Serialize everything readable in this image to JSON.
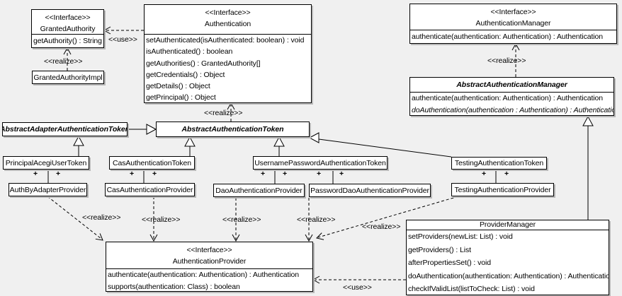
{
  "diagram": {
    "background_color": "#f0f0f0",
    "box_fill": "#ffffff",
    "line_color": "#000000"
  },
  "classes": {
    "granted_authority": {
      "stereotype": "<<Interface>>",
      "name": "GrantedAuthority",
      "methods": [
        "getAuthority() : String"
      ]
    },
    "granted_authority_impl": {
      "name": "GrantedAuthorityImpl"
    },
    "authentication": {
      "stereotype": "<<Interface>>",
      "name": "Authentication",
      "methods": [
        "setAuthenticated(isAuthenticated: boolean) : void",
        "isAuthenticated() : boolean",
        "getAuthorities() : GrantedAuthority[]",
        "getCredentials() : Object",
        "getDetails() : Object",
        "getPrincipal() : Object"
      ]
    },
    "authentication_manager": {
      "stereotype": "<<Interface>>",
      "name": "AuthenticationManager",
      "methods": [
        "authenticate(authentication: Authentication) : Authentication"
      ]
    },
    "abstract_authentication_manager": {
      "name": "AbstractAuthenticationManager",
      "methods": [
        "authenticate(authentication: Authentication) : Authentication",
        "doAuthentication(authentication : Authentication) : Authentication"
      ]
    },
    "abstract_adapter_authentication_token": {
      "name": "AbstractAdapterAuthenticationToken"
    },
    "abstract_authentication_token": {
      "name": "AbstractAuthenticationToken"
    },
    "principal_acegi_user_token": {
      "name": "PrincipalAcegiUserToken"
    },
    "cas_authentication_token": {
      "name": "CasAuthenticationToken"
    },
    "username_password_authentication_token": {
      "name": "UsernamePasswordAuthenticationToken"
    },
    "testing_authentication_token": {
      "name": "TestingAuthenticationToken"
    },
    "auth_by_adapter_provider": {
      "name": "AuthByAdapterProvider"
    },
    "cas_authentication_provider": {
      "name": "CasAuthenticationProvider"
    },
    "dao_authentication_provider": {
      "name": "DaoAuthenticationProvider"
    },
    "password_dao_authentication_provider": {
      "name": "PasswordDaoAuthenticationProvider"
    },
    "testing_authentication_provider": {
      "name": "TestingAuthenticationProvider"
    },
    "authentication_provider": {
      "stereotype": "<<Interface>>",
      "name": "AuthenticationProvider",
      "methods": [
        "authenticate(authentication: Authentication) : Authentication",
        "supports(authentication: Class) : boolean"
      ]
    },
    "provider_manager": {
      "name": "ProviderManager",
      "methods": [
        "setProviders(newList: List) : void",
        "getProviders() : List",
        "afterPropertiesSet() : void",
        "doAuthentication(authentication: Authentication) : Authentication",
        "checkIfValidList(listToCheck: List) : void"
      ]
    }
  },
  "labels": {
    "use_authentication_grantedauthority": "<<use>>",
    "realize_grantedauthorityimpl": "<<realize>>",
    "realize_abstractauthenticationtoken": "<<realize>>",
    "realize_abstractauthenticationmanager": "<<realize>>",
    "realize_authbyadapterprovider": "<<realize>>",
    "realize_casauthenticationprovider": "<<realize>>",
    "realize_daoauthenticationprovider": "<<realize>>",
    "realize_passworddaoauthenticationprovider": "<<realize>>",
    "realize_testingauthenticationprovider": "<<realize>>",
    "use_providermanager": "<<use>>",
    "plus": "+"
  }
}
